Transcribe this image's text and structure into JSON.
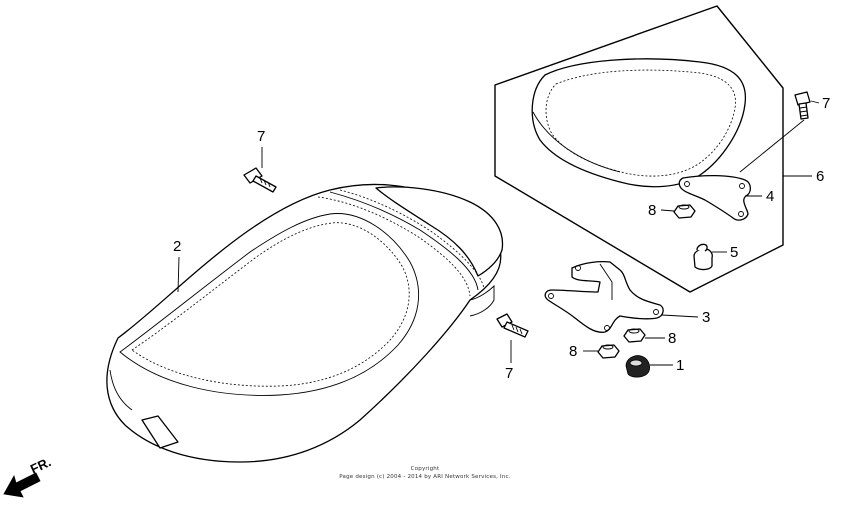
{
  "callouts": {
    "p1": "1",
    "p2": "2",
    "p3": "3",
    "p4": "4",
    "p5": "5",
    "p6": "6",
    "p7a": "7",
    "p7b": "7",
    "p7c": "7",
    "p8a": "8",
    "p8b": "8",
    "p8c": "8"
  },
  "direction_label": "FR.",
  "copyright": {
    "line1": "Copyright",
    "line2": "Page design (c) 2004 - 2014 by ARI Network Services, Inc."
  }
}
